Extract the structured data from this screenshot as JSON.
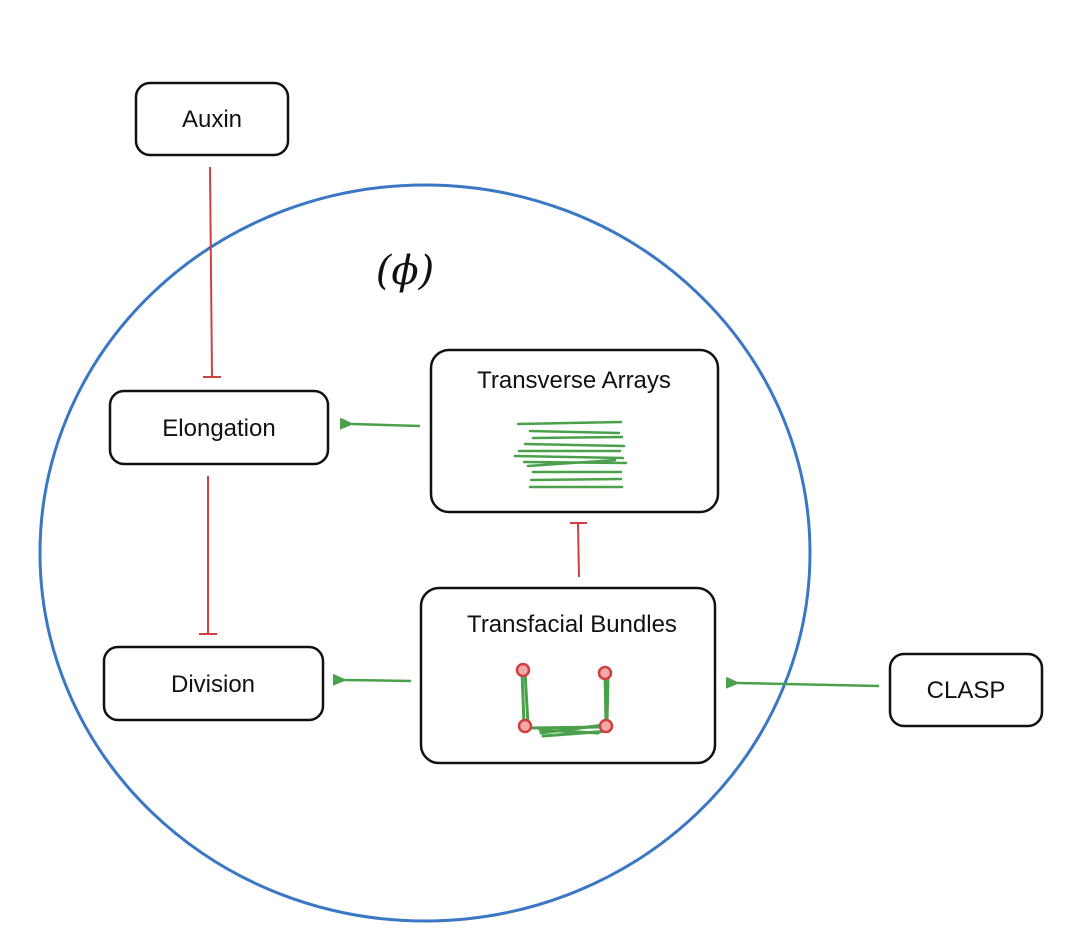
{
  "diagram": {
    "region_label": "(ϕ)",
    "nodes": {
      "auxin": "Auxin",
      "elongation": "Elongation",
      "division": "Division",
      "transverse": "Transverse Arrays",
      "transfacial": "Transfacial Bundles",
      "clasp": "CLASP"
    },
    "colors": {
      "circle": "#3a77c4",
      "inhibit": "#d04040",
      "activate": "#4ba14b",
      "node_border": "#111111",
      "node_fill_dot": "#f4a9a9"
    },
    "edges": [
      {
        "from": "Auxin",
        "to": "Elongation",
        "type": "inhibit"
      },
      {
        "from": "Elongation",
        "to": "Division",
        "type": "inhibit"
      },
      {
        "from": "Transverse Arrays",
        "to": "Elongation",
        "type": "activate"
      },
      {
        "from": "Transfacial Bundles",
        "to": "Transverse Arrays",
        "type": "inhibit"
      },
      {
        "from": "Transfacial Bundles",
        "to": "Division",
        "type": "activate"
      },
      {
        "from": "CLASP",
        "to": "Transfacial Bundles",
        "type": "activate"
      }
    ]
  }
}
